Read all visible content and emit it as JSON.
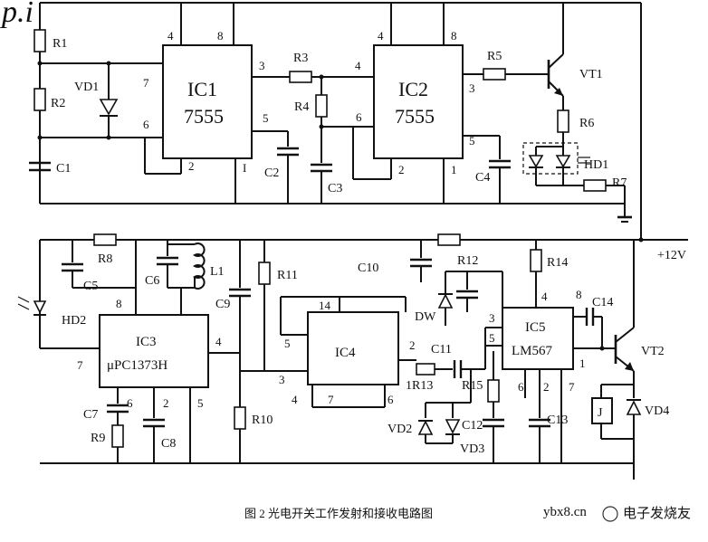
{
  "caption": "图 2 光电开关工作发射和接收电路图",
  "watermark_left": "ybx8.cn",
  "watermark_right": "电子发烧友",
  "watermark_corner": "p.i",
  "supply_label": "+12V",
  "ics": {
    "ic1": {
      "name": "IC1",
      "part": "7555"
    },
    "ic2": {
      "name": "IC2",
      "part": "7555"
    },
    "ic3": {
      "name": "IC3",
      "part": "μPC1373H"
    },
    "ic4": {
      "name": "IC4",
      "part": ""
    },
    "ic5": {
      "name": "IC5",
      "part": "LM567"
    }
  },
  "components": {
    "R1": "R1",
    "R2": "R2",
    "R3": "R3",
    "R4": "R4",
    "R5": "R5",
    "R6": "R6",
    "R7": "R7",
    "R8": "R8",
    "R9": "R9",
    "R10": "R10",
    "R11": "R11",
    "R12": "R12",
    "R13": "1R13",
    "R14": "R14",
    "R15": "R15",
    "C1": "C1",
    "C2": "C2",
    "C3": "C3",
    "C4": "C4",
    "C5": "C5",
    "C6": "C6",
    "C7": "C7",
    "C8": "C8",
    "C9": "C9",
    "C10": "C10",
    "C11": "C11",
    "C12": "C12",
    "C13": "C13",
    "C14": "C14",
    "VD1": "VD1",
    "VD2": "VD2",
    "VD3": "VD3",
    "VD4": "VD4",
    "VT1": "VT1",
    "VT2": "VT2",
    "HD1": "HD1",
    "HD2": "HD2",
    "L1": "L1",
    "DW": "DW",
    "J": "J"
  },
  "pins": {
    "ic1": [
      "4",
      "8",
      "7",
      "6",
      "2",
      "3",
      "5",
      "I"
    ],
    "ic2": [
      "4",
      "8",
      "3",
      "6",
      "2",
      "1",
      "5"
    ],
    "ic3": [
      "8",
      "7",
      "4",
      "6",
      "2",
      "5"
    ],
    "ic4": [
      "14",
      "5",
      "3",
      "2",
      "4",
      "7",
      "6"
    ],
    "ic5": [
      "4",
      "3",
      "5",
      "8",
      "1",
      "6",
      "2",
      "7"
    ]
  }
}
